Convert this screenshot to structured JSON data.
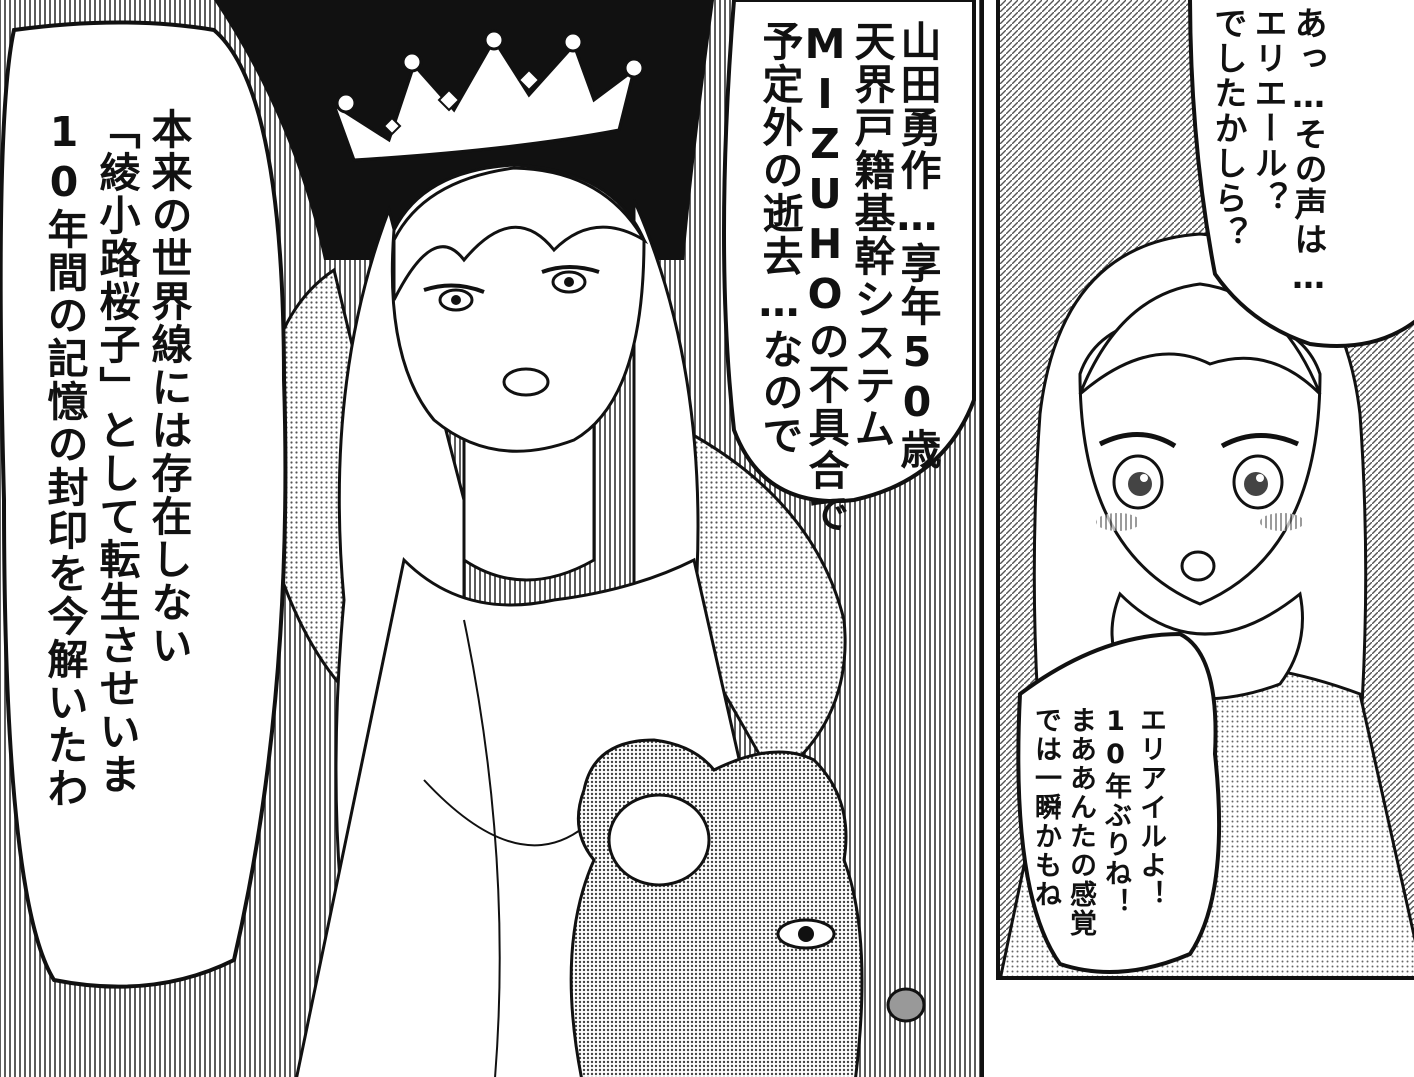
{
  "bubbles": {
    "left": [
      "本来の世界線には存在しない",
      "「綾小路桜子」として転生させいま",
      "10年間の記憶の封印を今解いたわ"
    ],
    "center": [
      "山田勇作…享年50歳",
      "天界戸籍基幹システム",
      "MIZUHOの不具合で",
      "予定外の逝去…なので"
    ],
    "top_right": [
      "あっ…その声は…",
      "エリエール？",
      "でしたかしら？"
    ],
    "bottom_right": [
      "エリアイルよ！",
      "10年ぶりね！",
      "まああんたの感覚",
      "では一瞬かもね"
    ]
  },
  "colors": {
    "ink": "#111111",
    "screentone": "#9a9a9a",
    "paper": "#ffffff"
  }
}
